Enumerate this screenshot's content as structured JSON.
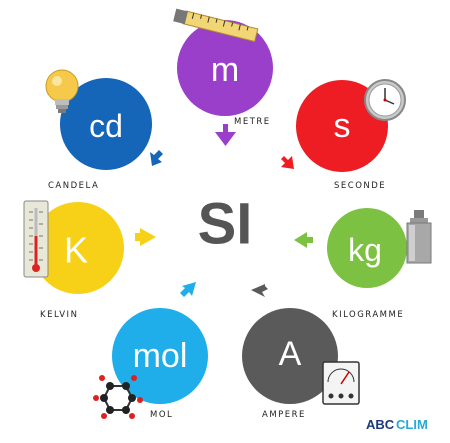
{
  "center": {
    "text": "SI"
  },
  "units": [
    {
      "key": "metre",
      "symbol": "m",
      "label": "METRE",
      "color": "#9a3fc9",
      "icon": "ruler-icon"
    },
    {
      "key": "seconde",
      "symbol": "s",
      "label": "SECONDE",
      "color": "#ee1d23",
      "icon": "clock-icon"
    },
    {
      "key": "kilogramme",
      "symbol": "kg",
      "label": "KILOGRAMME",
      "color": "#7dc142",
      "icon": "weight-icon"
    },
    {
      "key": "ampere",
      "symbol": "A",
      "label": "AMPERE",
      "color": "#5a5a5a",
      "icon": "ammeter-icon"
    },
    {
      "key": "mol",
      "symbol": "mol",
      "label": "MOL",
      "color": "#1faee9",
      "icon": "molecule-icon"
    },
    {
      "key": "kelvin",
      "symbol": "K",
      "label": "KELVIN",
      "color": "#f7d117",
      "icon": "thermometer-icon"
    },
    {
      "key": "candela",
      "symbol": "cd",
      "label": "CANDELA",
      "color": "#1565b8",
      "icon": "lightbulb-icon"
    }
  ],
  "brand": {
    "part1": "ABC",
    "part2": "CLIM",
    "color1": "#1a3a7a",
    "color2": "#2aa8d8"
  }
}
